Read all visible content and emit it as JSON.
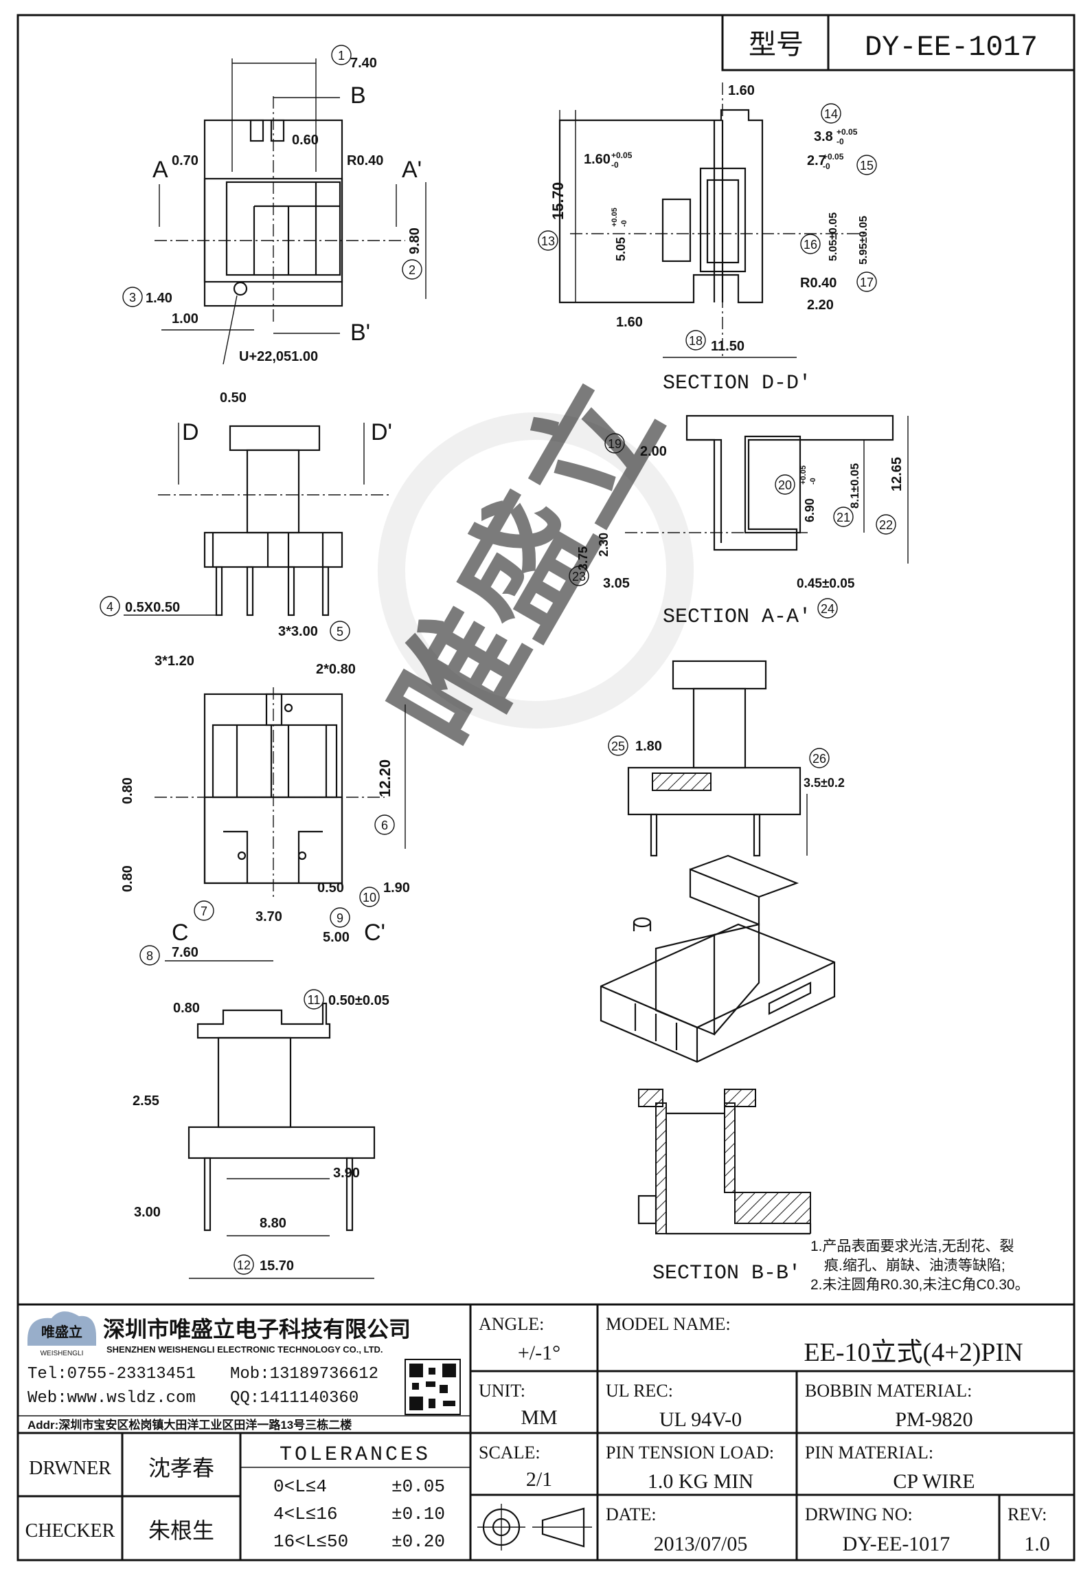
{
  "title_block": {
    "model_label": "型号",
    "model_value": "DY-EE-1017",
    "company_cn": "深圳市唯盛立电子科技有限公司",
    "company_en": "SHENZHEN WEISHENGLI ELECTRONIC TECHNOLOGY CO., LTD.",
    "logo_text": "唯盛立",
    "logo_sub": "WEISHENGLI",
    "tel": "Tel:0755-23313451",
    "mob": "Mob:13189736612",
    "web": "Web:www.wsldz.com",
    "qq": "QQ:1411140360",
    "addr": "Addr:深圳市宝安区松岗镇大田洋工业区田洋一路13号三栋二楼",
    "angle_label": "ANGLE:",
    "angle_value": "+/-1°",
    "unit_label": "UNIT:",
    "unit_value": "MM",
    "scale_label": "SCALE:",
    "scale_value": "2/1",
    "model_name_label": "MODEL NAME:",
    "model_name_value": "EE-10立式(4+2)PIN",
    "ul_label": "UL REC:",
    "ul_value": "UL 94V-0",
    "bobbin_label": "BOBBIN MATERIAL:",
    "bobbin_value": "PM-9820",
    "pin_tension_label": "PIN TENSION LOAD:",
    "pin_tension_value": "1.0 KG MIN",
    "pin_material_label": "PIN MATERIAL:",
    "pin_material_value": "CP WIRE",
    "date_label": "DATE:",
    "date_value": "2013/07/05",
    "drawing_no_label": "DRWING NO:",
    "drawing_no_value": "DY-EE-1017",
    "rev_label": "REV:",
    "rev_value": "1.0",
    "drawner_label": "DRWNER",
    "drawner_value": "沈孝春",
    "checker_label": "CHECKER",
    "checker_value": "朱根生",
    "tolerances_label": "TOLERANCES",
    "tol_rows": [
      {
        "range": "0<L≤4",
        "value": "±0.05"
      },
      {
        "range": "4<L≤16",
        "value": "±0.10"
      },
      {
        "range": "16<L≤50",
        "value": "±0.20"
      }
    ]
  },
  "notes": [
    "1.产品表面要求光洁,无刮花、裂",
    "痕.缩孔、崩缺、油渍等缺陷;",
    "2.未注圆角R0.30,未注C角C0.30。"
  ],
  "section_titles": {
    "dd": "SECTION D-D'",
    "aa": "SECTION A-A'",
    "bb": "SECTION B-B'"
  },
  "view_labels": {
    "A": "A",
    "A2": "A'",
    "B": "B",
    "B2": "B'",
    "C": "C",
    "C2": "C'",
    "D": "D",
    "D2": "D'"
  },
  "callouts": {
    "c1": "1",
    "c2": "2",
    "c3": "3",
    "c4": "4",
    "c5": "5",
    "c6": "6",
    "c7": "7",
    "c8": "8",
    "c9": "9",
    "c10": "10",
    "c11": "11",
    "c12": "12",
    "c13": "13",
    "c14": "14",
    "c15": "15",
    "c16": "16",
    "c17": "17",
    "c18": "18",
    "c19": "19",
    "c20": "20",
    "c21": "21",
    "c22": "22",
    "c23": "23",
    "c24": "24",
    "c25": "25",
    "c26": "26"
  },
  "dims": {
    "top_740": "7.40",
    "top_060": "0.60",
    "top_070": "0.70",
    "top_r040": "R0.40",
    "top_980": "9.80",
    "top_140": "1.40",
    "top_100": "1.00",
    "top_u": "U+22,051.00",
    "d_160": "1.60",
    "d_38": "3.8",
    "d_38_tol": "+0.05",
    "d_38_tol2": "-0",
    "d_160b": "1.60",
    "d_160b_tol": "+0.05",
    "d_160b_tol2": "-0",
    "d_27": "2.7",
    "d_27_tol": "+0.05",
    "d_27_tol2": "-0",
    "d_1570": "15.70",
    "d_505": "5.05",
    "d_505_tol": "+0.05",
    "d_505_tol2": "-0",
    "d_505b": "5.05±0.05",
    "d_595": "5.95±0.05",
    "d_r040": "R0.40",
    "d_220": "2.20",
    "d_160c": "1.60",
    "d_1150": "11.50",
    "fv_050": "0.50",
    "fv_pin": "0.5X0.50",
    "fv_3x300": "3*3.00",
    "aa_200": "2.00",
    "aa_690": "6.90",
    "aa_690_tol": "+0.05",
    "aa_690_tol2": "-0",
    "aa_81": "8.1±0.05",
    "aa_1265": "12.65",
    "aa_375": "3.75",
    "aa_230": "2.30",
    "aa_305": "3.05",
    "aa_045": "0.45±0.05",
    "bv_3x120": "3*1.20",
    "bv_2x080": "2*0.80",
    "bv_080a": "0.80",
    "bv_1220": "12.20",
    "bv_080b": "0.80",
    "bv_050": "0.50",
    "bv_190": "1.90",
    "bv_370": "3.70",
    "bv_500": "5.00",
    "bv_760": "7.60",
    "sv_080": "0.80",
    "sv_050": "0.50±0.05",
    "sv_255": "2.55",
    "sv_390": "3.90",
    "sv_300": "3.00",
    "sv_880": "8.80",
    "sv_1570": "15.70",
    "rv_180": "1.80",
    "rv_35": "3.5±0.2"
  }
}
